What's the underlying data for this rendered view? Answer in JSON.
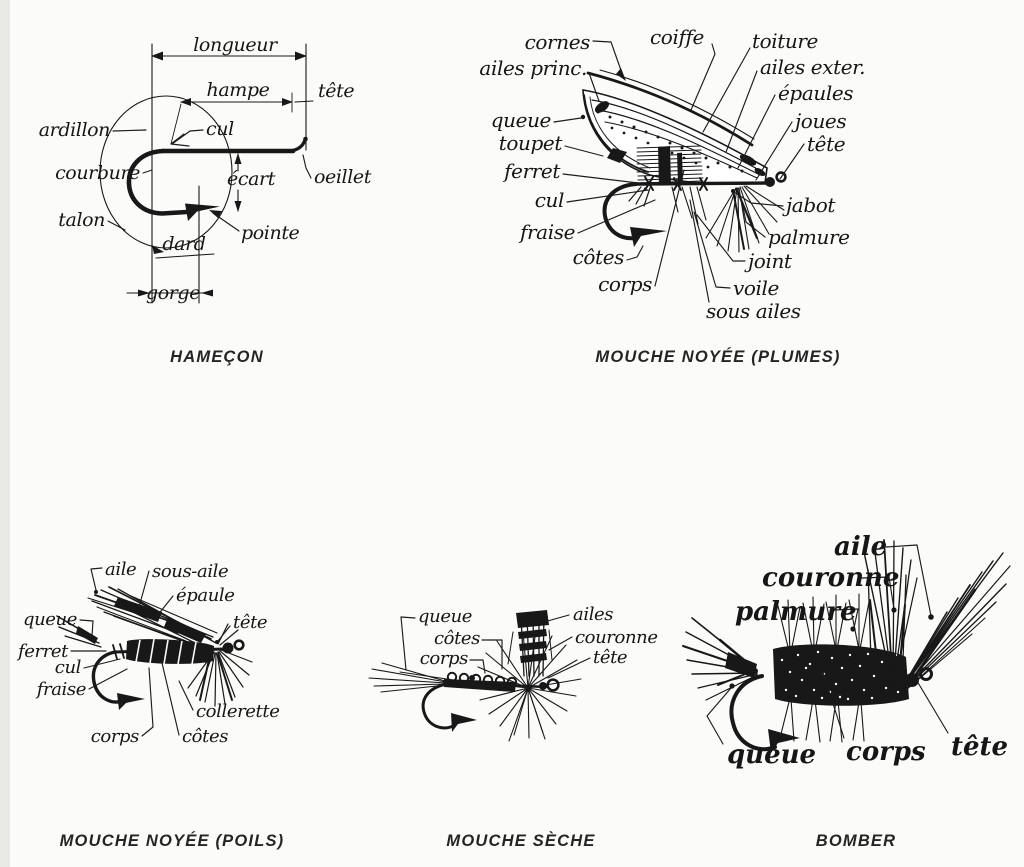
{
  "page": {
    "background_color": "#fbfbf9",
    "ink_color": "#181818"
  },
  "figures": {
    "hamecon": {
      "caption": "HAMEÇON",
      "labels": {
        "longueur": "longueur",
        "hampe": "hampe",
        "tete": "tête",
        "ardillon": "ardillon",
        "cul": "cul",
        "courbure": "courbure",
        "ecart": "écart",
        "oeillet": "oeillet",
        "talon": "talon",
        "pointe": "pointe",
        "dard": "dard",
        "gorge": "gorge"
      }
    },
    "mouche_noyee_plumes": {
      "caption": "MOUCHE NOYÉE (PLUMES)",
      "labels": {
        "cornes": "cornes",
        "ailes_princ": "ailes princ.",
        "queue": "queue",
        "toupet": "toupet",
        "ferret": "ferret",
        "cul": "cul",
        "fraise": "fraise",
        "cotes": "côtes",
        "corps": "corps",
        "sous_ailes": "sous ailes",
        "coiffe": "coiffe",
        "toiture": "toiture",
        "ailes_exter": "ailes exter.",
        "epaules": "épaules",
        "joues": "joues",
        "tete": "tête",
        "jabot": "jabot",
        "palmure": "palmure",
        "joint": "joint",
        "voile": "voile"
      }
    },
    "mouche_noyee_poils": {
      "caption": "MOUCHE NOYÉE (POILS)",
      "labels": {
        "aile": "aile",
        "sous_aile": "sous-aile",
        "epaule": "épaule",
        "queue": "queue",
        "tete": "tête",
        "ferret": "ferret",
        "cul": "cul",
        "fraise": "fraise",
        "collerette": "collerette",
        "corps": "corps",
        "cotes": "côtes"
      }
    },
    "mouche_seche": {
      "caption": "MOUCHE SÈCHE",
      "labels": {
        "queue": "queue",
        "cotes": "côtes",
        "corps": "corps",
        "ailes": "ailes",
        "couronne": "couronne",
        "tete": "tête"
      }
    },
    "bomber": {
      "caption": "BOMBER",
      "labels": {
        "aile": "aile",
        "couronne": "couronne",
        "palmure": "palmure",
        "queue": "queue",
        "corps": "corps",
        "tete": "tête"
      }
    }
  }
}
